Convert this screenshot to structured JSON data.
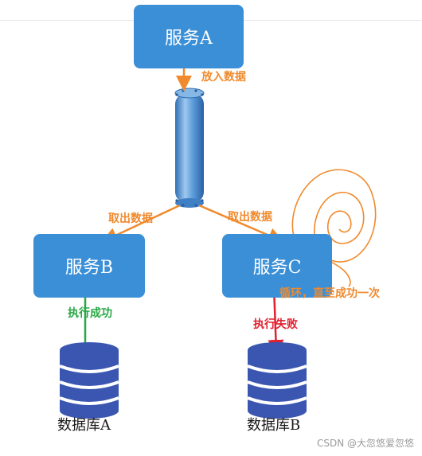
{
  "services": {
    "a": "服务A",
    "b": "服务B",
    "c": "服务C"
  },
  "labels": {
    "put_data": "放入数据",
    "take_data_left": "取出数据",
    "take_data_right": "取出数据",
    "exec_success": "执行成功",
    "exec_fail": "执行失败",
    "retry": "循环，直至成功一次"
  },
  "databases": {
    "a": "数据库A",
    "b": "数据库B"
  },
  "watermark": "CSDN @大忽悠爱忽悠",
  "colors": {
    "service_box": "#3b8fd7",
    "orange": "#f08a2c",
    "green": "#27a844",
    "red": "#e0202e",
    "db_blue": "#3a56b0",
    "pipe": "#4f8ed0"
  }
}
